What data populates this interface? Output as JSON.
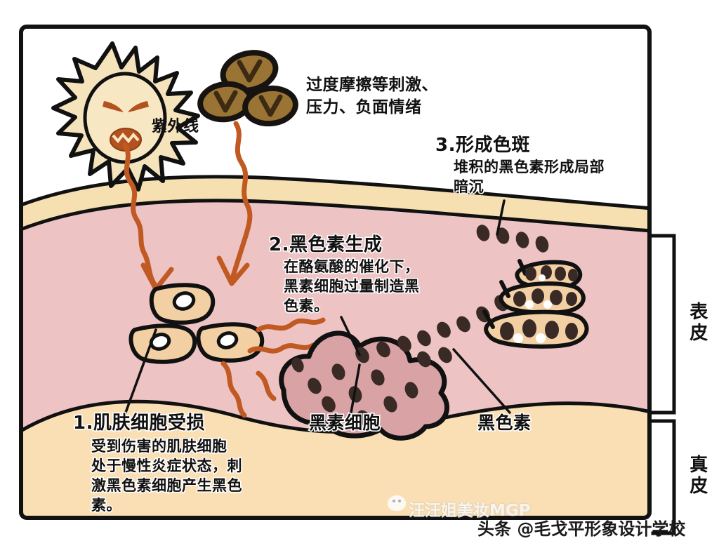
{
  "figure": {
    "title_absent": true,
    "frame_color": "#111111",
    "background": "#ffffff"
  },
  "annotations": {
    "uv_label": "紫外线",
    "friction_text_line1": "过度摩擦等刺激、",
    "friction_text_line2": "压力、负面情绪",
    "step1_heading": "1.肌肤细胞受损",
    "step1_body_line1": "受到伤害的肌肤细胞",
    "step1_body_line2": "处于慢性炎症状态，刺",
    "step1_body_line3": "激黑色素细胞产生黑色",
    "step1_body_line4": "素。",
    "step2_heading": "2.黑色素生成",
    "step2_body_line1": "在酪氨酸的催化下，",
    "step2_body_line2": "黑素细胞过量制造黑",
    "step2_body_line3": "色素。",
    "step3_heading": "3.形成色斑",
    "step3_body_line1": "堆积的黑色素形成局部",
    "step3_body_line2": "暗沉",
    "melanocyte_label": "黑素细胞",
    "melanin_label": "黑色素",
    "epidermis_label": "表皮",
    "dermis_label": "真皮"
  },
  "watermarks": {
    "toutiao": "头条 @毛戈平形象设计学校",
    "wechat": "汪汪姐美妆MGP"
  },
  "colors": {
    "stratum_corneum": "#f6e0b2",
    "epidermis": "#eec3c4",
    "dermis": "#fadfb4",
    "melanocyte": "#d9a3a6",
    "melanin_granule": "#3a2a26",
    "keratinocyte": "#f3cfa4",
    "sun_body": "#f5e3bb",
    "arrow": "#c05a22",
    "friction_oval": "#9a7434",
    "outline": "#111111"
  },
  "icons": {
    "sun": "sun-angry-icon",
    "friction": "friction-oval-icon",
    "uv_arrow": "wavy-arrow-icon",
    "pressure_arrow": "wavy-arrow-icon"
  }
}
